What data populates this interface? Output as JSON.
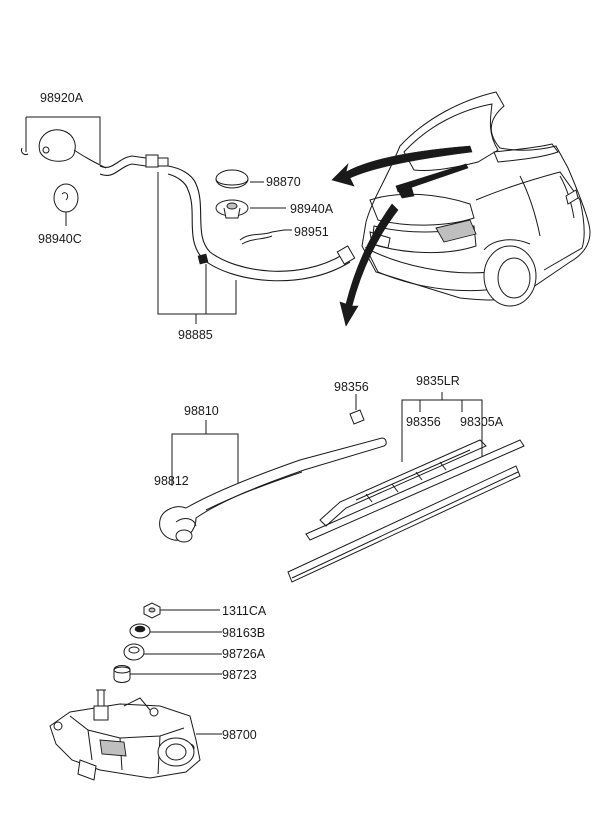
{
  "labels": {
    "p98920A": "98920A",
    "p98940C": "98940C",
    "p98870": "98870",
    "p98940A": "98940A",
    "p98951": "98951",
    "p98885": "98885",
    "p98810": "98810",
    "p98812": "98812",
    "p98356_top": "98356",
    "p9835LR": "9835LR",
    "p98356": "98356",
    "p98305A": "98305A",
    "p1311CA": "1311CA",
    "p98163B": "98163B",
    "p98726A": "98726A",
    "p98723": "98723",
    "p98700": "98700"
  },
  "colors": {
    "line": "#1a1a1a",
    "background": "#ffffff",
    "shade": "#bfbfbf"
  }
}
